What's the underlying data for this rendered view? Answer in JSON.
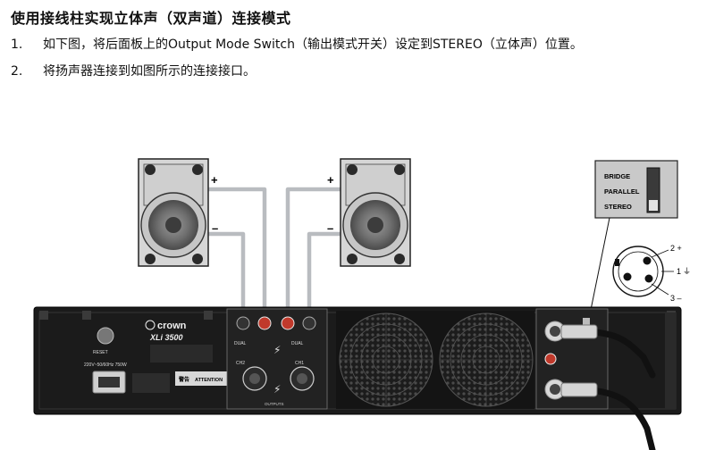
{
  "heading": "使用接线柱实现立体声（双声道）连接模式",
  "steps": [
    {
      "num": "1.",
      "text": "如下图，将后面板上的Output Mode Switch（输出模式开关）设定到STEREO（立体声）位置。"
    },
    {
      "num": "2.",
      "text": "将扬声器连接到如图所示的连接接口。"
    }
  ],
  "diagram": {
    "speaker_left": {
      "plus": "+",
      "minus": "–"
    },
    "speaker_right": {
      "plus": "+",
      "minus": "–"
    },
    "mode_switch": {
      "options": [
        "BRIDGE",
        "PARALLEL",
        "STEREO"
      ],
      "selected": "STEREO"
    },
    "xlr_pins": {
      "pin2": "2 +",
      "pin1": "1",
      "pin3": "3 –"
    },
    "amp": {
      "brand": "crown",
      "model": "XLi 3500",
      "reset_label": "RESET",
      "power_rating": "220V~50/60Hz 750W",
      "warning_label": "警告",
      "attention_label": "ATTENTION",
      "outputs_label": "OUTPUTS",
      "channel_labels": {
        "ch2": "CH2",
        "ch1": "CH1"
      },
      "dual_label": "DUAL"
    }
  },
  "colors": {
    "wire": "#b9bcc0",
    "panel": "#1b1b1b",
    "speaker": "#d9d9d9"
  }
}
